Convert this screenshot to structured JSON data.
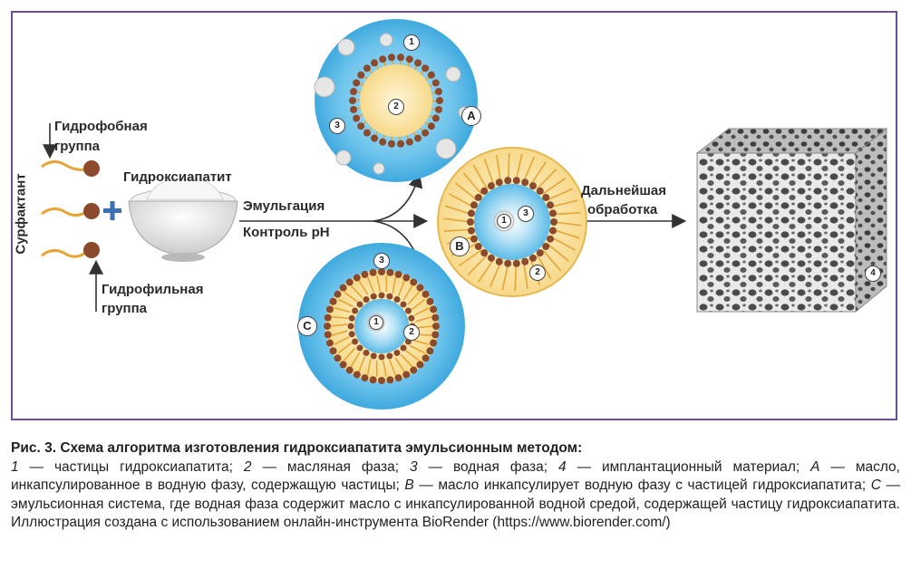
{
  "figure": {
    "labels": {
      "hydrophobic_1": "Гидрофобная",
      "hydrophobic_2": "группа",
      "hydrophilic_1": "Гидрофильная",
      "hydrophilic_2": "группа",
      "surfactant": "Сурфактант",
      "hydroxyapatite": "Гидроксиапатит",
      "emulsification": "Эмульгация",
      "ph_control": "Контроль pH",
      "processing_1": "Дальнейшая",
      "processing_2": "обработка",
      "letter_a": "A",
      "letter_b": "B",
      "letter_c": "C",
      "num_1": "1",
      "num_2": "2",
      "num_3": "3",
      "num_4": "4"
    },
    "colors": {
      "frame": "#6d4f93",
      "water_blue": "#5bbbe8",
      "oil_yellow": "#f7d98a",
      "droplet_brown": "#8b4a2c",
      "tail_orange": "#e7a437",
      "plus_blue": "#3b6fb6"
    }
  },
  "caption": {
    "title": "Рис. 3. Схема алгоритма изготовления гидроксиапатита эмульсионным методом:",
    "segments": [
      {
        "t": "1",
        "i": true
      },
      {
        "t": " — частицы гидроксиапатита; ",
        "i": false
      },
      {
        "t": "2",
        "i": true
      },
      {
        "t": " — масляная фаза; ",
        "i": false
      },
      {
        "t": "3",
        "i": true
      },
      {
        "t": " — водная фаза; ",
        "i": false
      },
      {
        "t": "4",
        "i": true
      },
      {
        "t": " — имплантационный материал; ",
        "i": false
      },
      {
        "t": "A",
        "i": true
      },
      {
        "t": " — масло, инкапсулированное в водную фазу, содержащую частицы; ",
        "i": false
      },
      {
        "t": "B",
        "i": true
      },
      {
        "t": " — масло инкапсулирует водную фазу с частицей гидроксиапатита; ",
        "i": false
      },
      {
        "t": "C",
        "i": true
      },
      {
        "t": " — эмульсионная система, где водная фаза содержит масло с инкапсулированной водной средой, содержащей частицу гидроксиапатита. Иллюстрация создана с использованием онлайн-инструмента BioRender (https://www.biorender.com/)",
        "i": false
      }
    ]
  }
}
